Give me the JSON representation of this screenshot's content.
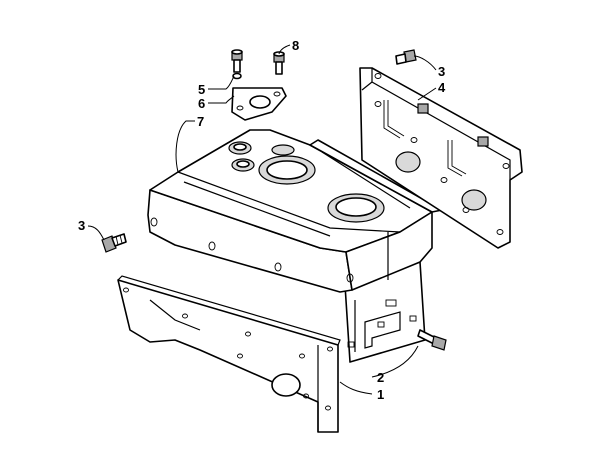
{
  "callouts": [
    {
      "id": "c1",
      "label": "1"
    },
    {
      "id": "c2",
      "label": "2"
    },
    {
      "id": "c3a",
      "label": "3"
    },
    {
      "id": "c3b",
      "label": "3"
    },
    {
      "id": "c4",
      "label": "4"
    },
    {
      "id": "c5",
      "label": "5"
    },
    {
      "id": "c6",
      "label": "6"
    },
    {
      "id": "c7",
      "label": "7"
    },
    {
      "id": "c8",
      "label": "8"
    }
  ],
  "colors": {
    "ink": "#000000",
    "paper": "#ffffff",
    "shade": "#d9d9d9"
  }
}
